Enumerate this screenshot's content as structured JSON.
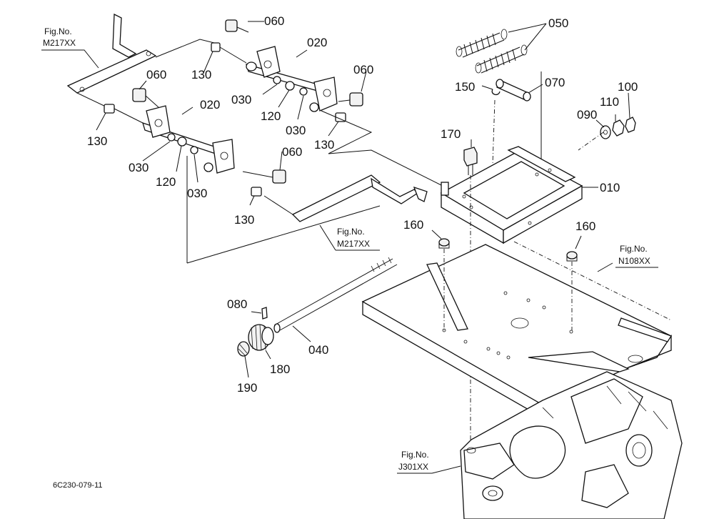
{
  "figure_code": "6C230-079-11",
  "references": [
    {
      "id": "ref_m217_top",
      "line1": "Fig.No.",
      "line2": "M217XX"
    },
    {
      "id": "ref_m217_mid",
      "line1": "Fig.No.",
      "line2": "M217XX"
    },
    {
      "id": "ref_n108",
      "line1": "Fig.No.",
      "line2": "N108XX"
    },
    {
      "id": "ref_j301",
      "line1": "Fig.No.",
      "line2": "J301XX"
    }
  ],
  "labels": {
    "l050": "050",
    "l060a": "060",
    "l020a": "020",
    "l060b": "060",
    "l060c": "060",
    "l060d": "060",
    "l130a": "130",
    "l130b": "130",
    "l130c": "130",
    "l130d": "130",
    "l030a": "030",
    "l030b": "030",
    "l030c": "030",
    "l030d": "030",
    "l120a": "120",
    "l120b": "120",
    "l020b": "020",
    "l150": "150",
    "l070": "070",
    "l100": "100",
    "l110": "110",
    "l090": "090",
    "l170": "170",
    "l010": "010",
    "l160a": "160",
    "l160b": "160",
    "l080": "080",
    "l040": "040",
    "l180": "180",
    "l190": "190"
  }
}
